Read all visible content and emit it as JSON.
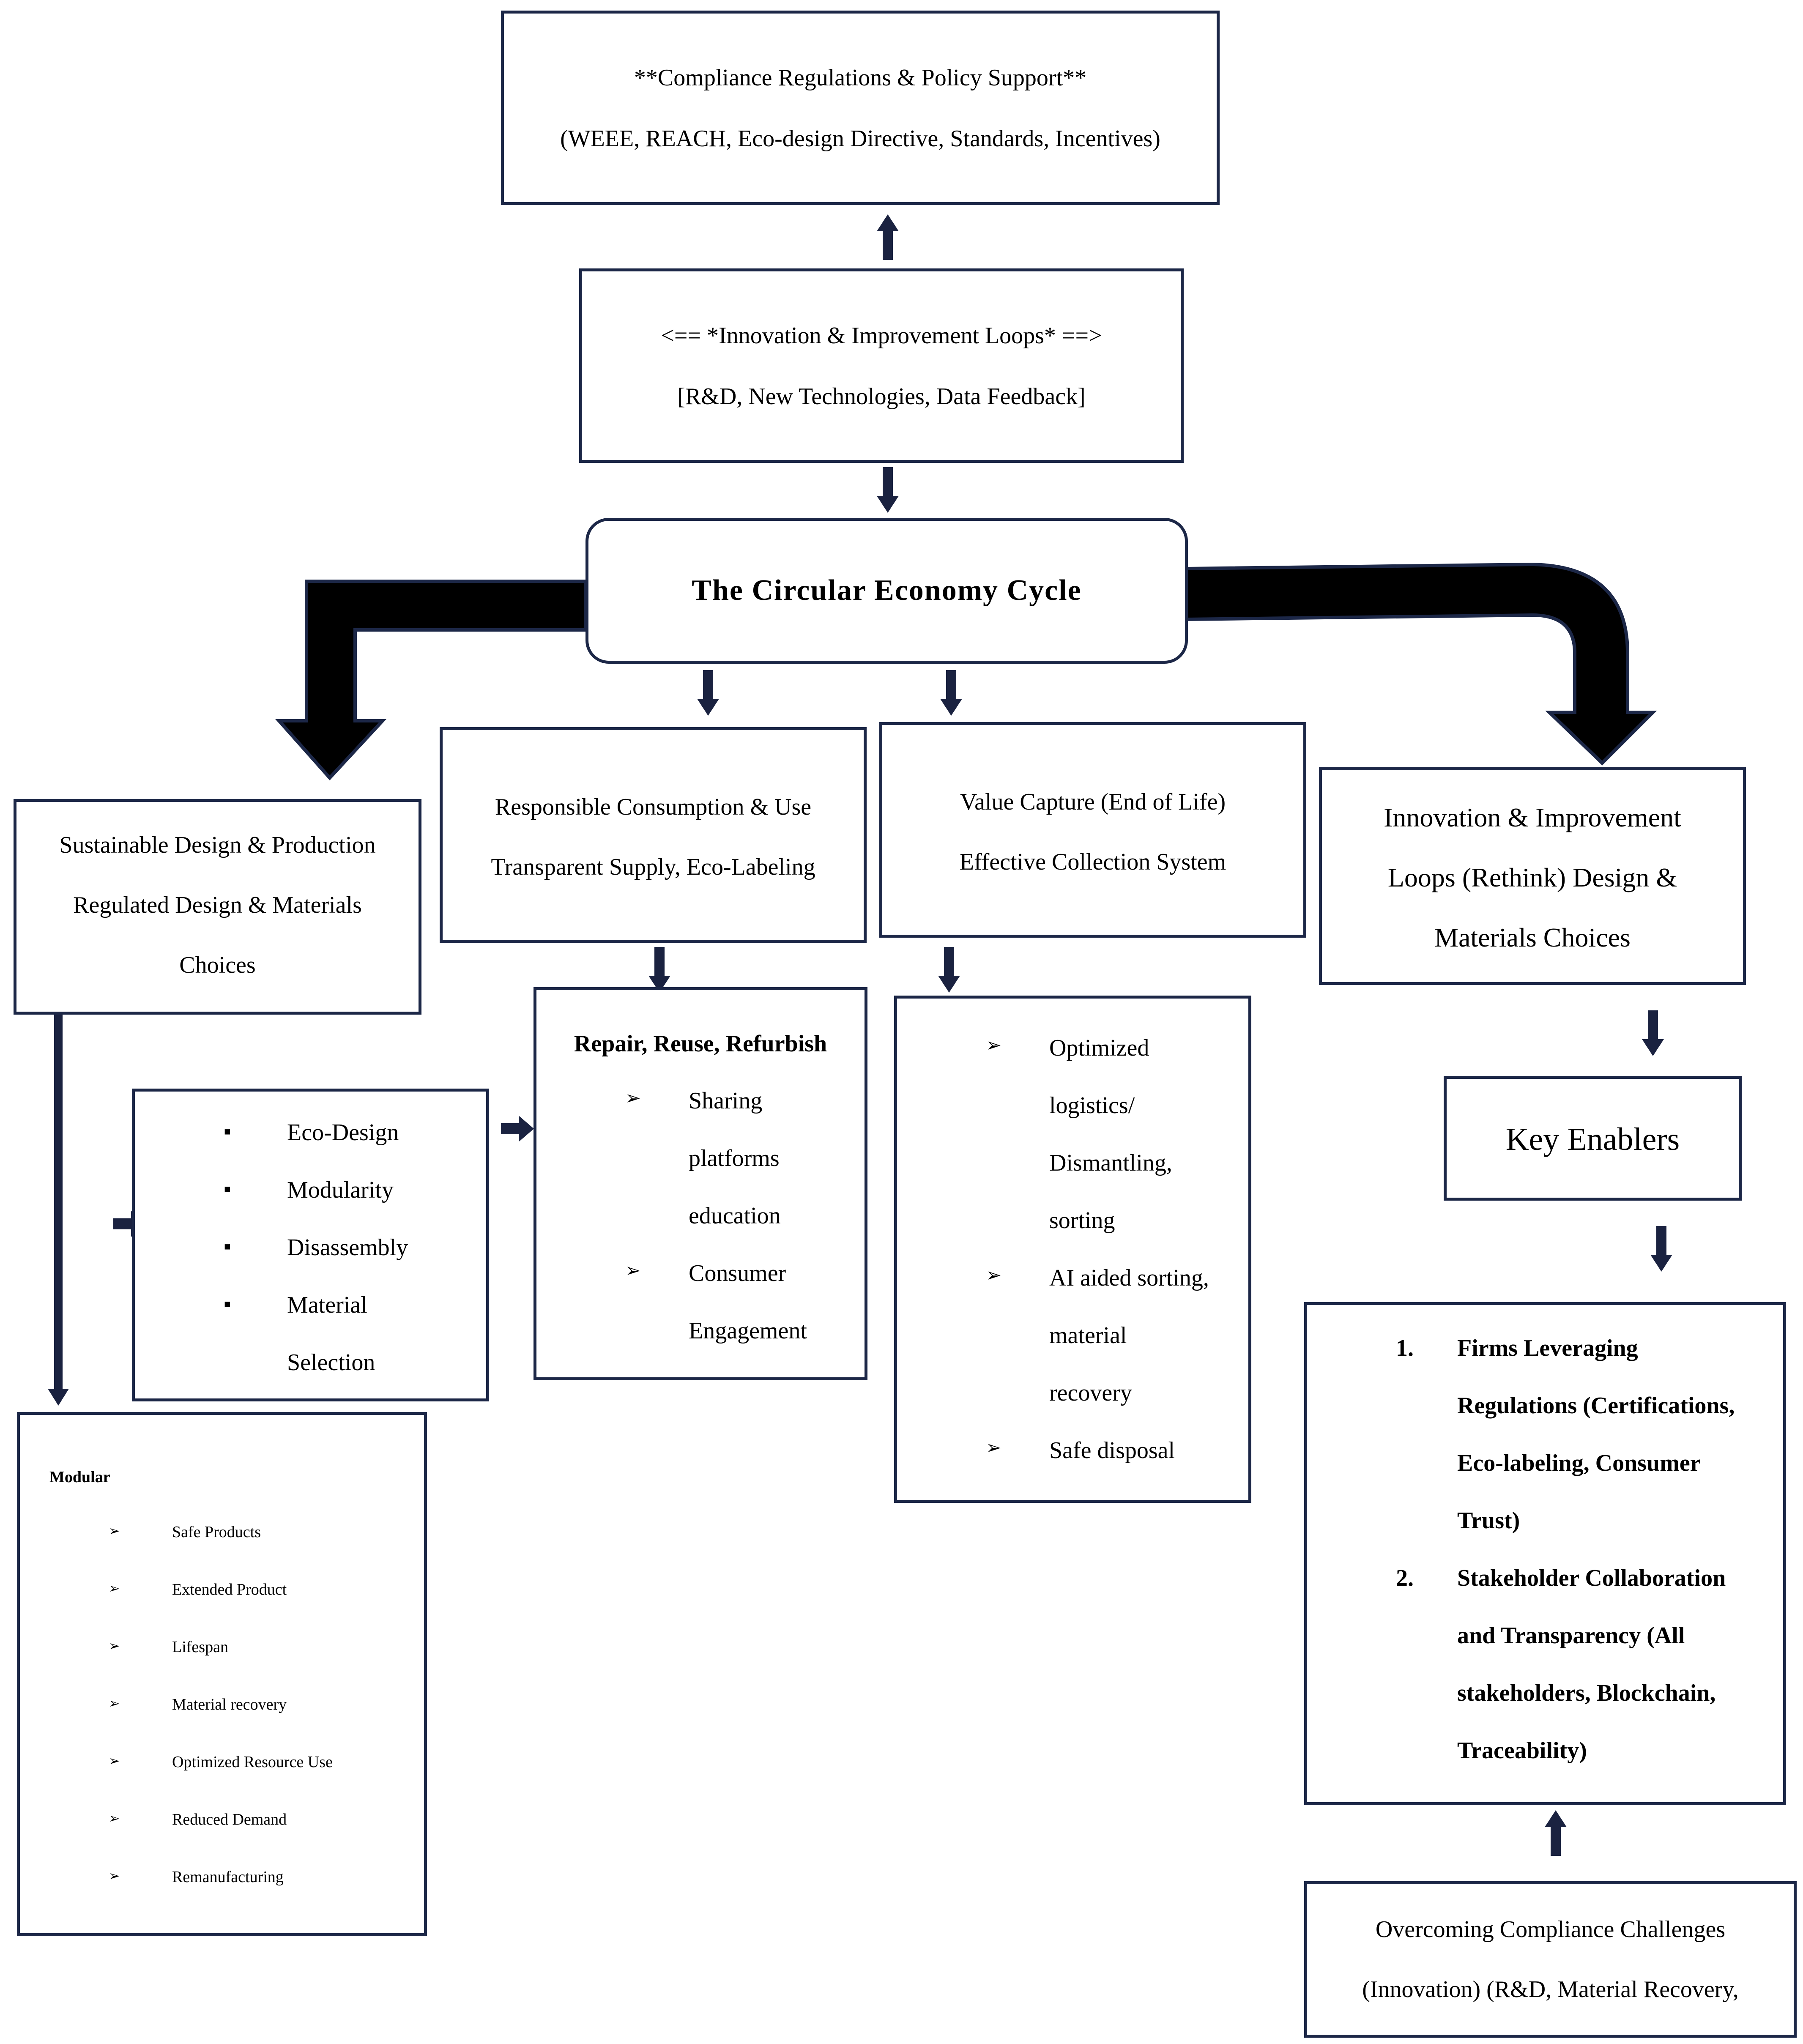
{
  "colors": {
    "border": "#1c2747",
    "arrow": "#000000",
    "arrow_small": "#1a2240"
  },
  "compliance": {
    "title": "**Compliance Regulations & Policy Support**",
    "subtitle": "(WEEE, REACH, Eco-design Directive, Standards, Incentives)"
  },
  "innovation_loops": {
    "title": "<== *Innovation & Improvement Loops*   ==>",
    "subtitle": "[R&D, New Technologies, Data Feedback]"
  },
  "central": {
    "title": "The Circular Economy Cycle"
  },
  "sustainable_design": {
    "line1": "Sustainable Design & Production",
    "line2": "Regulated Design & Materials",
    "line3": "Choices"
  },
  "responsible_consumption": {
    "line1": "Responsible Consumption & Use",
    "line2": "Transparent Supply, Eco-Labeling"
  },
  "value_capture": {
    "line1": "Value Capture (End of Life)",
    "line2": "Effective Collection System"
  },
  "rethink": {
    "line1": "Innovation & Improvement",
    "line2": "Loops (Rethink) Design &",
    "line3": "Materials Choices"
  },
  "eco_design_list": {
    "bullet": "▪",
    "items": [
      "Eco-Design",
      "Modularity",
      "Disassembly",
      "Material",
      "Selection"
    ]
  },
  "repair": {
    "title": "Repair, Reuse, Refurbish",
    "bullet": "➢",
    "lines": [
      "Sharing",
      "platforms",
      "education",
      "Consumer",
      "Engagement"
    ]
  },
  "optimized": {
    "bullet": "➢",
    "lines": [
      "Optimized",
      "logistics/",
      "Dismantling,",
      "sorting",
      "AI aided sorting,",
      "material",
      "recovery",
      "Safe disposal"
    ]
  },
  "key_enablers": {
    "title": "Key Enablers"
  },
  "enablers_list": {
    "num1": "1.",
    "item1": [
      "Firms Leveraging",
      "Regulations (Certifications,",
      "Eco-labeling, Consumer",
      "Trust)"
    ],
    "num2": "2.",
    "item2": [
      "Stakeholder Collaboration",
      "and Transparency (All",
      "stakeholders, Blockchain,",
      "Traceability)"
    ]
  },
  "modular": {
    "title": "Modular",
    "bullet": "➢",
    "items": [
      "Safe Products",
      "Extended Product",
      "Lifespan",
      "Material recovery",
      "Optimized Resource Use",
      "Reduced Demand",
      "Remanufacturing"
    ]
  },
  "overcoming": {
    "line1": "Overcoming Compliance Challenges",
    "line2": "(Innovation) (R&D, Material Recovery,"
  }
}
